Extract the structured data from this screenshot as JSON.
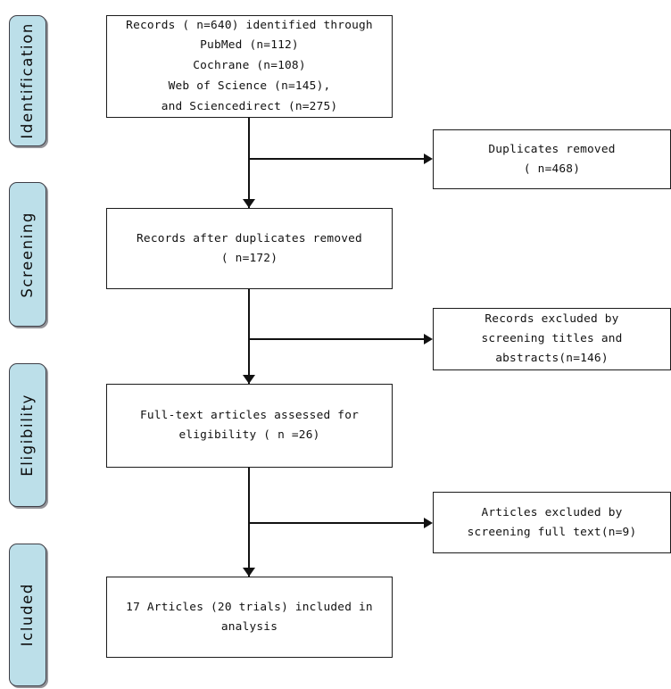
{
  "diagram": {
    "type": "prisma-flow-diagram",
    "accent_color": "#bcdfe9",
    "line_color": "#121212",
    "box_border_color": "#1b1b1b",
    "stages": [
      {
        "id": "identification",
        "label": "Identification"
      },
      {
        "id": "screening",
        "label": "Screening"
      },
      {
        "id": "eligibility",
        "label": "Eligibility"
      },
      {
        "id": "included",
        "label": "Icluded"
      }
    ],
    "main_nodes": [
      {
        "id": "records-identified",
        "text": "Records ( n=640) identified through\nPubMed (n=112)\nCochrane (n=108)\nWeb of Science (n=145),\nand Sciencedirect (n=275)",
        "total": 640,
        "sources": [
          {
            "name": "PubMed",
            "n": 112
          },
          {
            "name": "Cochrane",
            "n": 108
          },
          {
            "name": "Web of Science",
            "n": 145
          },
          {
            "name": "Sciencedirect",
            "n": 275
          }
        ]
      },
      {
        "id": "records-after-duplicates",
        "text": "Records after duplicates removed\n( n=172)",
        "n": 172
      },
      {
        "id": "fulltext-assessed",
        "text": "Full-text articles assessed for\neligibility ( n =26)",
        "n": 26
      },
      {
        "id": "included-analysis",
        "text": "17 Articles (20 trials) included in\nanalysis",
        "articles": 17,
        "trials": 20
      }
    ],
    "side_nodes": [
      {
        "id": "duplicates-removed",
        "text": "Duplicates removed\n( n=468)",
        "n": 468
      },
      {
        "id": "records-excluded",
        "text": "Records excluded by\nscreening titles and\nabstracts(n=146)",
        "n": 146
      },
      {
        "id": "articles-excluded",
        "text": "Articles excluded by\nscreening full text(n=9)",
        "n": 9
      }
    ]
  }
}
